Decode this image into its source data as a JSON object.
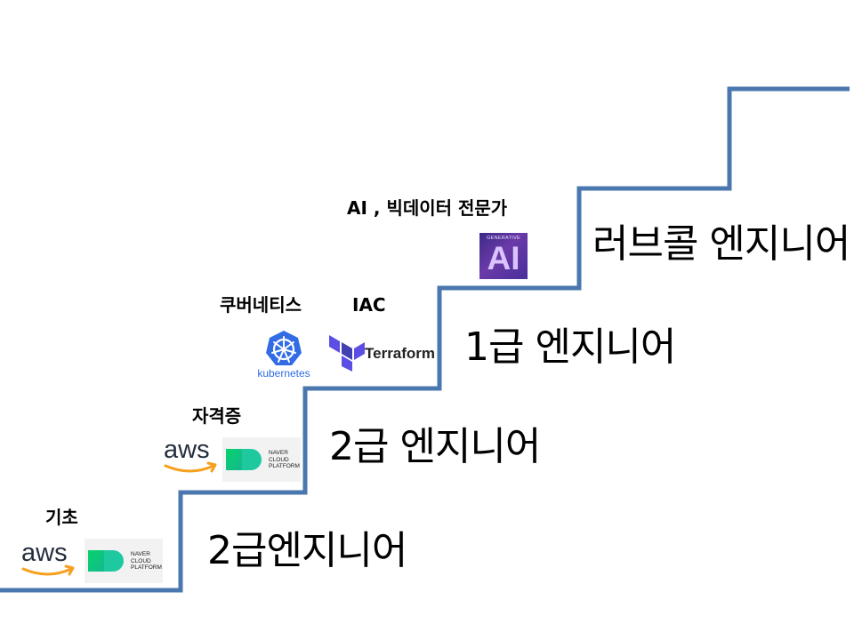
{
  "colors": {
    "stair_line": "#4a77ad",
    "text": "#000000",
    "aws_orange": "#f7a01e",
    "naver_green": "#19c463",
    "k8s_blue": "#326ce5",
    "terraform_purple": "#5c4ee5"
  },
  "steps": [
    {
      "label": "2급엔지니어"
    },
    {
      "label": "2급 엔지니어"
    },
    {
      "label": "1급 엔지니어"
    },
    {
      "label": "러브콜 엔지니어"
    }
  ],
  "categories": {
    "basics": "기초",
    "certification": "자격증",
    "kubernetes": "쿠버네티스",
    "iac": "IAC",
    "ai_bigdata": "AI , 빅데이터 전문가"
  },
  "logos": {
    "aws": {
      "icon": "aws-logo",
      "text": "aws"
    },
    "naver_cloud": {
      "icon": "naver-cloud-platform-logo",
      "text": "NAVER\nCLOUD\nPLATFORM"
    },
    "kubernetes": {
      "icon": "kubernetes-logo",
      "text": "kubernetes"
    },
    "terraform": {
      "icon": "terraform-logo",
      "text": "Terraform"
    },
    "generative_ai": {
      "icon": "generative-ai-logo",
      "sub": "GENERATIVE",
      "main": "AI"
    }
  }
}
